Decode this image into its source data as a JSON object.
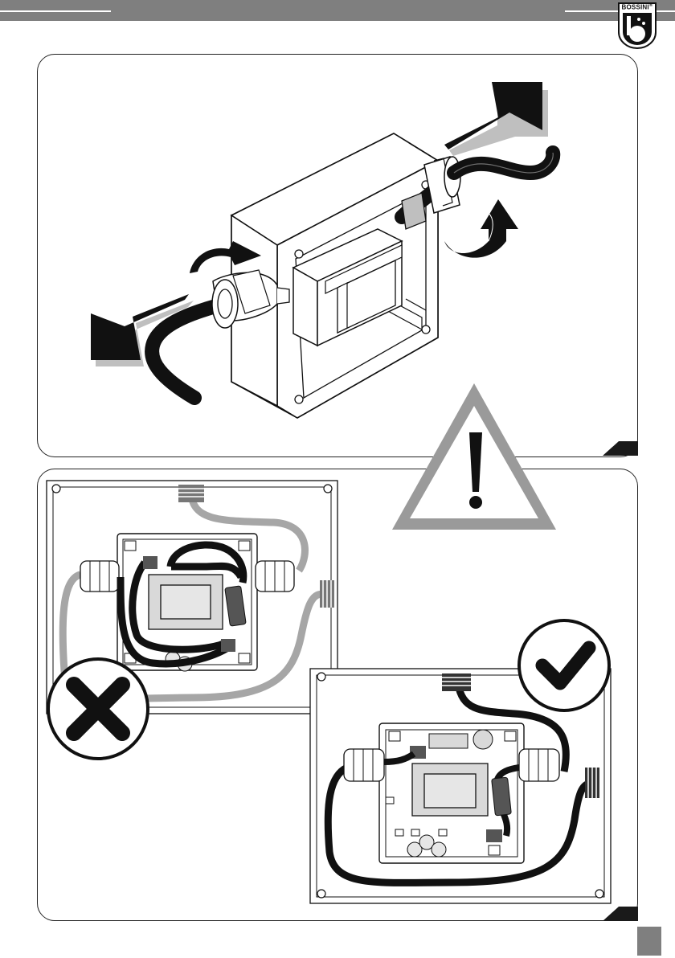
{
  "header": {
    "brand": "BOSSINI",
    "registered_mark": "®"
  },
  "colors": {
    "header_bar": "#7f7f7f",
    "ink": "#111111",
    "warning_grey": "#9a9a9a",
    "wrong_cable": "#a6a6a6",
    "panel_tab": "#1a1a1a"
  },
  "figures": [
    {
      "name": "cable-glands-assembly",
      "icons": [
        "rotate-arrow-icon",
        "pull-direction-arrow-icon"
      ]
    },
    {
      "name": "cable-routing-comparison",
      "icons": [
        "warning-icon",
        "cross-icon",
        "check-icon"
      ]
    }
  ]
}
